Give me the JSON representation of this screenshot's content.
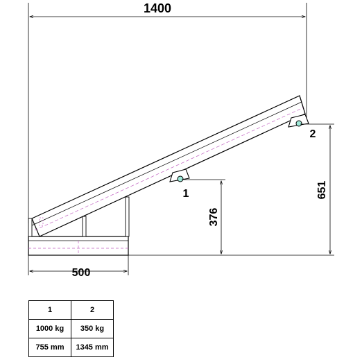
{
  "dimensions": {
    "overall_length": "1400",
    "base_length": "500",
    "height_point_1": "376",
    "height_point_2": "651"
  },
  "lifting_points": [
    {
      "label": "1",
      "capacity": "1000 kg",
      "reach": "755 mm"
    },
    {
      "label": "2",
      "capacity": "350 kg",
      "reach": "1345 mm"
    }
  ],
  "colors": {
    "lines": "#000000",
    "hidden_lines": "#c060c0",
    "eye_fill": "#9fe8d8"
  }
}
